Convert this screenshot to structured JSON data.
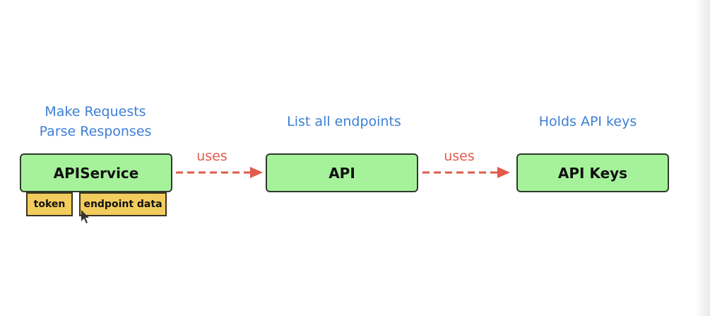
{
  "captions": {
    "api_service": [
      "Make Requests",
      "Parse Responses"
    ],
    "api": "List all endpoints",
    "api_keys": "Holds API keys"
  },
  "nodes": {
    "api_service": "APIService",
    "api": "API",
    "api_keys": "API Keys"
  },
  "tags": {
    "token": "token",
    "endpoint_data": "endpoint data"
  },
  "edges": {
    "service_to_api": "uses",
    "api_to_keys": "uses"
  },
  "colors": {
    "caption": "#3c7fd6",
    "node_fill": "#a6f29b",
    "tag_fill": "#f2cc5c",
    "arrow": "#e05a4c"
  }
}
